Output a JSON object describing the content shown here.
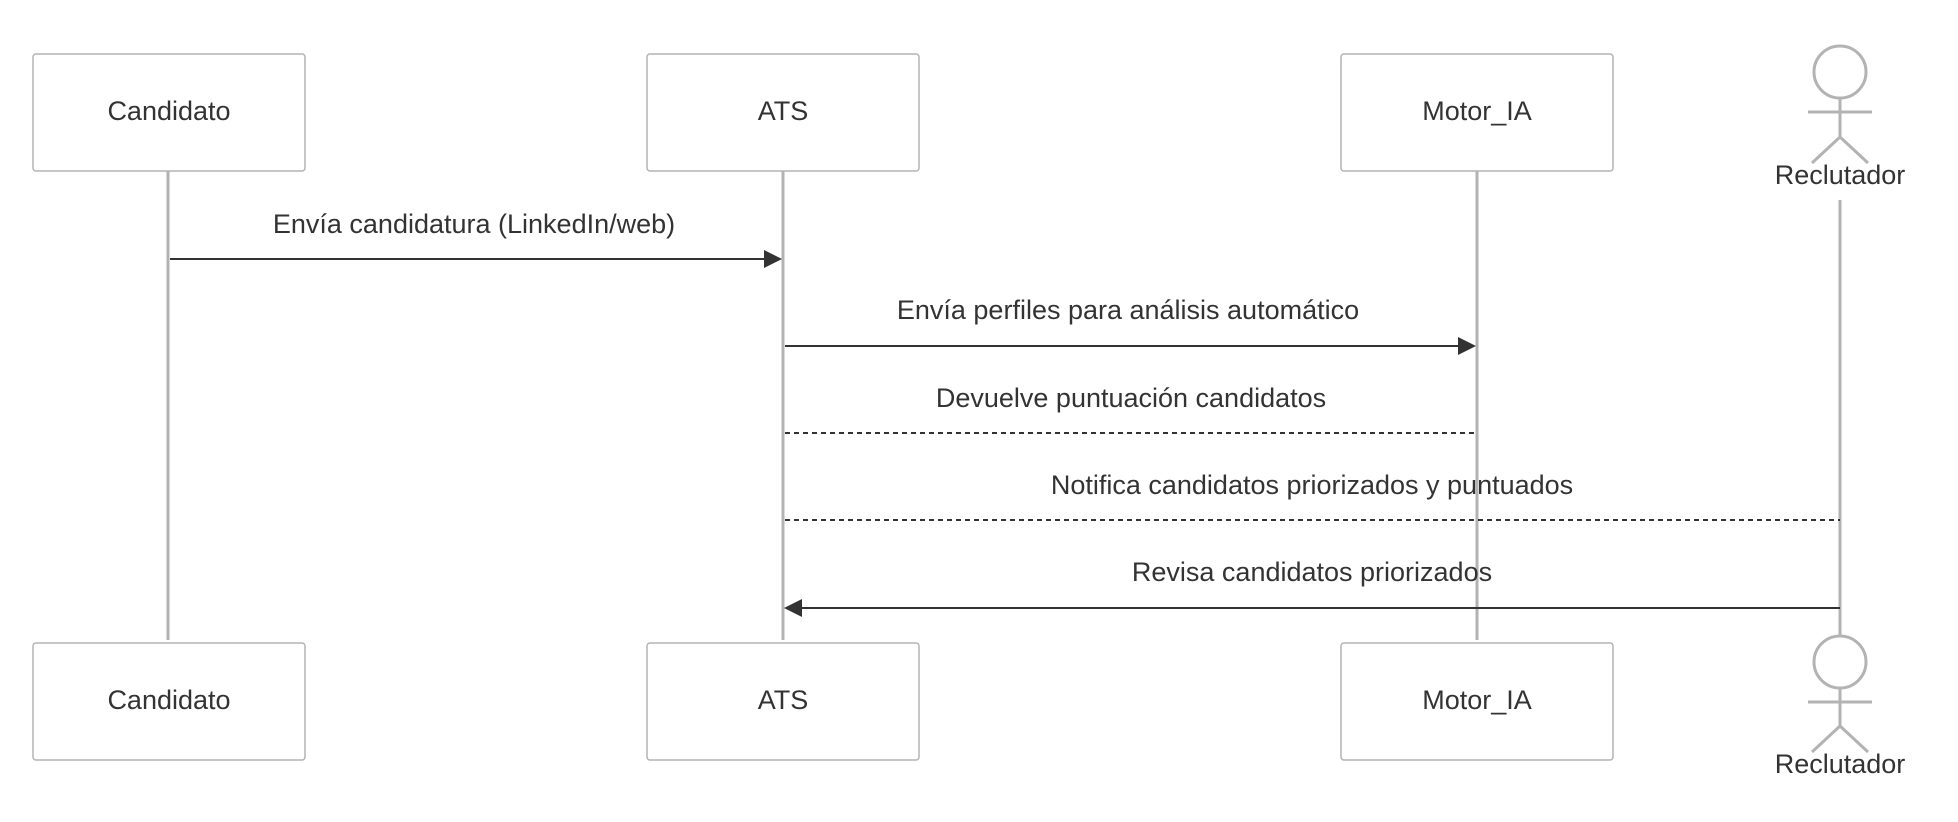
{
  "participants": {
    "candidato": "Candidato",
    "ats": "ATS",
    "motor_ia": "Motor_IA",
    "reclutador": "Reclutador"
  },
  "messages": {
    "m1": "Envía candidatura (LinkedIn/web)",
    "m2": "Envía perfiles para análisis automático",
    "m3": "Devuelve puntuación candidatos",
    "m4": "Notifica candidatos priorizados y puntuados",
    "m5": "Revisa candidatos priorizados"
  },
  "colors": {
    "box_border": "#b3b3b3",
    "lifeline": "#b3b3b3",
    "text": "#333333",
    "arrow": "#333333"
  }
}
